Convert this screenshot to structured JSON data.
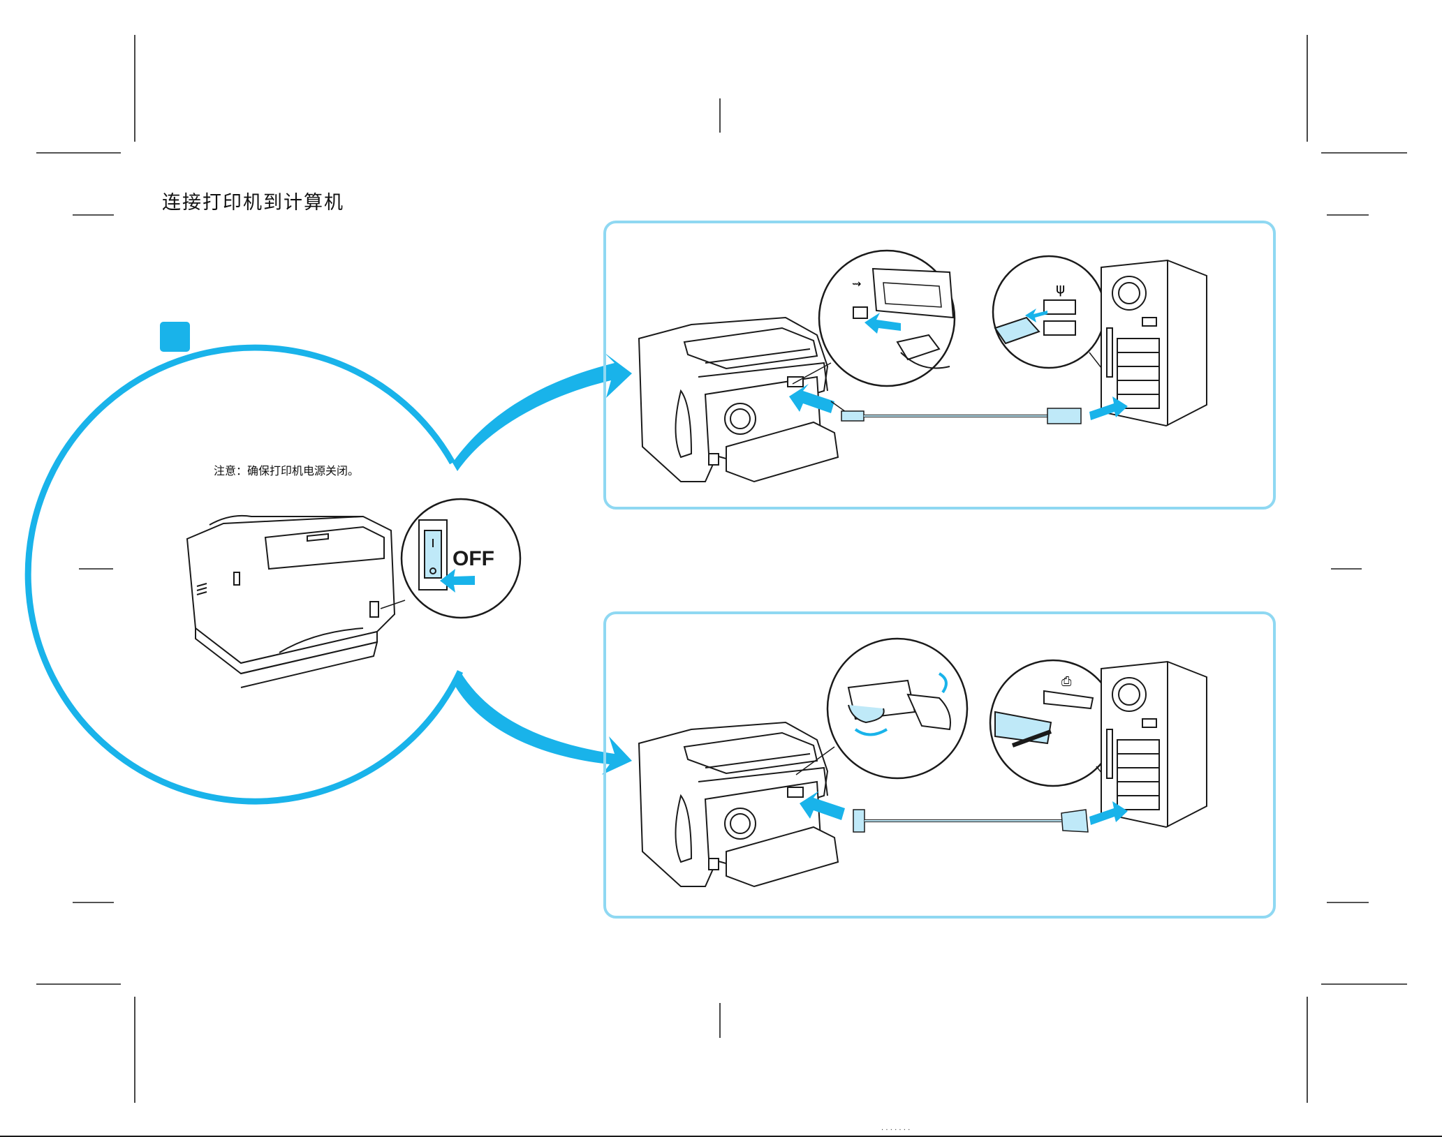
{
  "page": {
    "title": "连接打印机到计算机",
    "note": "注意：确保打印机电源关闭。",
    "footer_text": "· · · · · · ·"
  },
  "switch_callout": {
    "label": "OFF"
  },
  "colors": {
    "accent": "#19b3ea",
    "panel_border": "#8fd8f2",
    "line": "#1a1a1a",
    "highlight_fill": "#bfe9f8"
  },
  "icons": {
    "usb": "usb-icon",
    "parallel": "printer-port-icon",
    "arrow": "blue-arrow-icon"
  }
}
